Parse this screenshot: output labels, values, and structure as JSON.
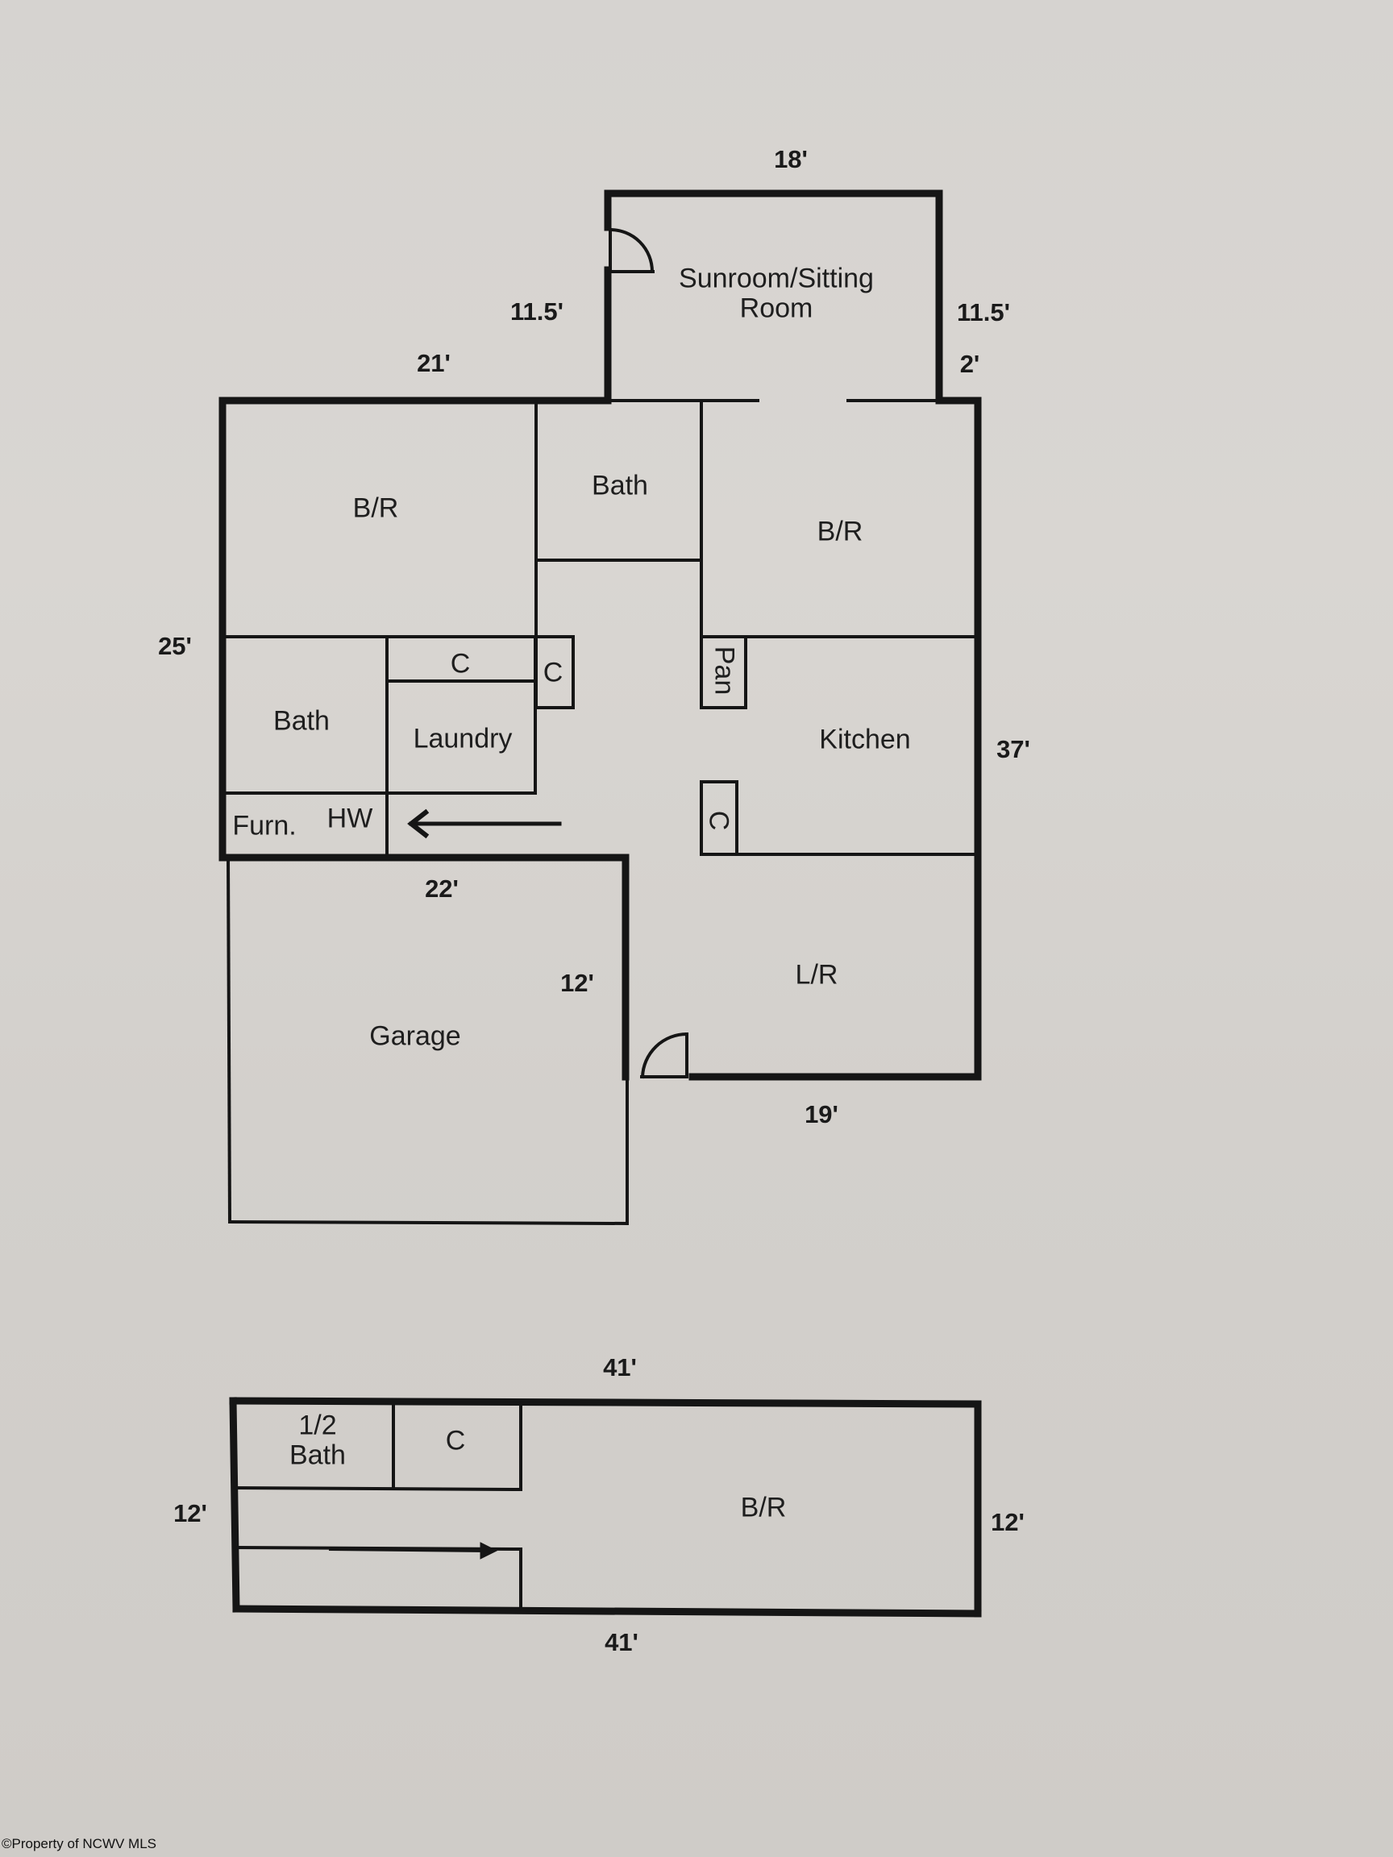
{
  "floor_plan": {
    "main_level": {
      "rooms": {
        "sunroom": "Sunroom/Sitting\nRoom",
        "bedroom_left": "B/R",
        "bath_upper": "Bath",
        "bedroom_right": "B/R",
        "closet_row": "C",
        "closet_small": "C",
        "bath_lower": "Bath",
        "laundry": "Laundry",
        "pantry": "Pan",
        "kitchen": "Kitchen",
        "closet_kitchen": "C",
        "furnace": "Furn.",
        "hot_water": "HW",
        "living_room": "L/R",
        "garage": "Garage"
      },
      "dimensions": {
        "sunroom_top": "18'",
        "sunroom_left": "11.5'",
        "sunroom_right": "11.5'",
        "right_offset": "2'",
        "top_left": "21'",
        "left_side": "25'",
        "right_side": "37'",
        "garage_top": "22'",
        "garage_side": "12'",
        "bottom_right": "19'"
      },
      "stairs_arrow": "left-arrow-icon"
    },
    "lower_level": {
      "rooms": {
        "half_bath": "1/2\nBath",
        "closet": "C",
        "bedroom": "B/R"
      },
      "dimensions": {
        "top": "41'",
        "bottom": "41'",
        "left": "12'",
        "right": "12'"
      },
      "stairs_arrow": "right-arrow-icon"
    }
  },
  "footer": {
    "copyright": "©Property of NCWV MLS"
  },
  "colors": {
    "paper": "#d6d3d0",
    "ink": "#1a1a1a"
  }
}
